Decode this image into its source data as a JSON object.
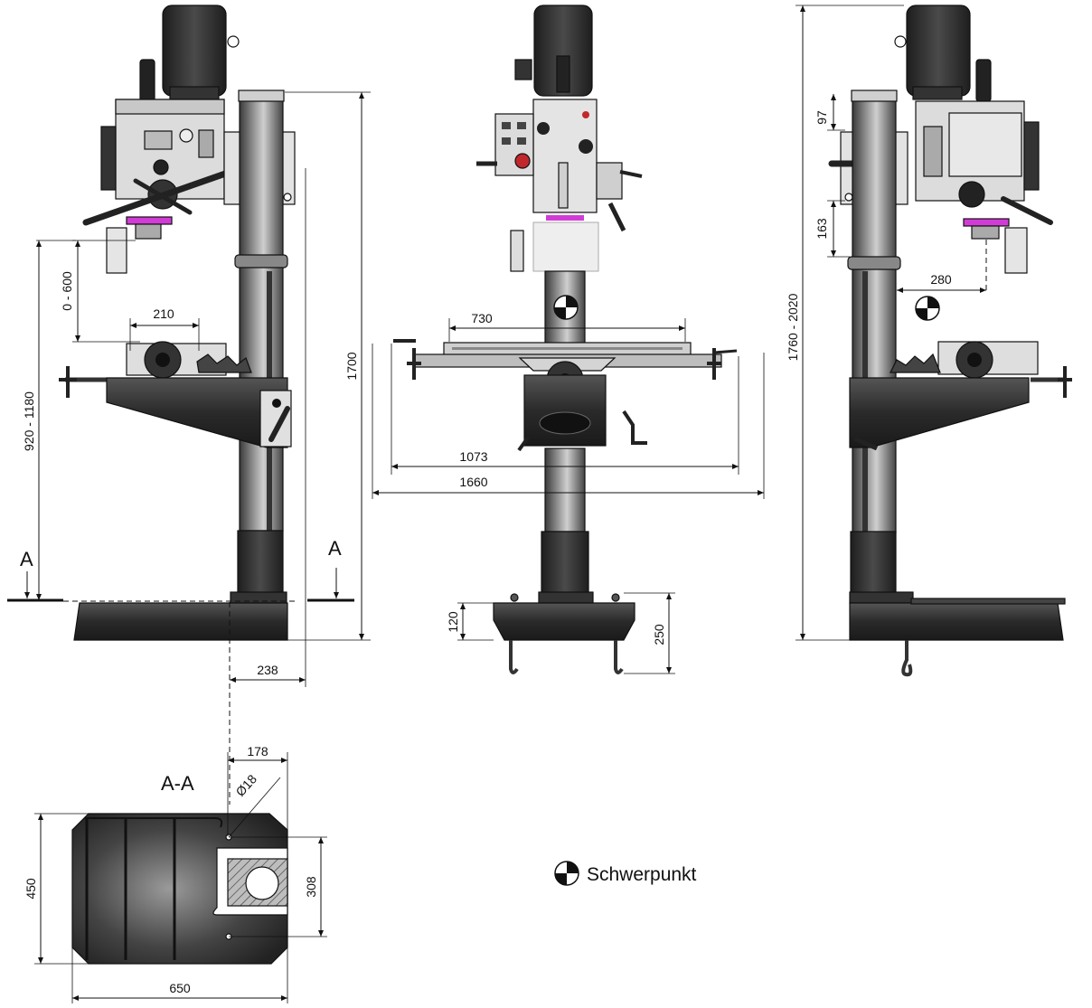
{
  "dimensions": {
    "left_view": {
      "spindle_to_table": "0 - 600",
      "table_width": "210",
      "spindle_to_base": "920 - 1180",
      "column_height": "1700",
      "spindle_offset": "238"
    },
    "front_view": {
      "table_length": "730",
      "table_travel": "1073",
      "overall_width": "1660",
      "base_height": "120",
      "base_with_feet": "250"
    },
    "right_view": {
      "head_dim_a": "97",
      "head_dim_b": "163",
      "column_to_spindle": "280",
      "overall_height": "1760 - 2020"
    },
    "section_view": {
      "slot_offset": "178",
      "hole_diameter": "Ø18",
      "base_depth": "450",
      "slot_span": "308",
      "base_length": "650"
    }
  },
  "section_markers": {
    "left": "A",
    "right": "A",
    "section_title": "A-A"
  },
  "legend": {
    "center_of_gravity": "Schwerpunkt"
  },
  "colors": {
    "body_dark": "#2b2b2b",
    "body_light": "#d9d9d9",
    "accent_magenta": "#d23cd6",
    "accent_red": "#c0282c",
    "line": "#111111"
  }
}
